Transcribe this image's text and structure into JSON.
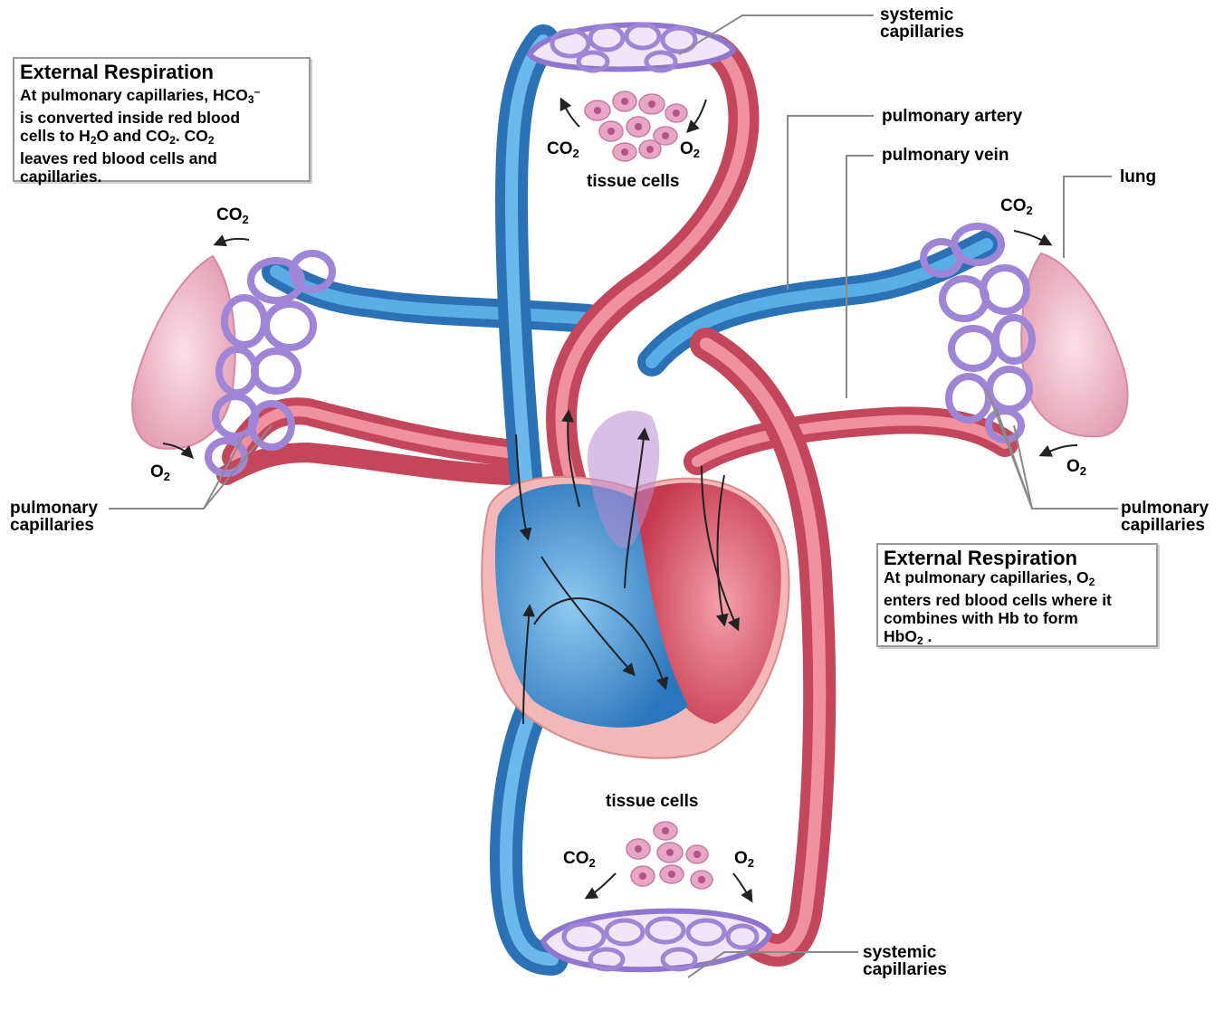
{
  "labels": {
    "systemic_capillaries_top": [
      "systemic",
      "capillaries"
    ],
    "systemic_capillaries_bottom": [
      "systemic",
      "capillaries"
    ],
    "pulmonary_artery": "pulmonary artery",
    "pulmonary_vein": "pulmonary vein",
    "lung": "lung",
    "pulmonary_capillaries_left": [
      "pulmonary",
      "capillaries"
    ],
    "pulmonary_capillaries_right": [
      "pulmonary",
      "capillaries"
    ],
    "tissue_cells_top": "tissue cells",
    "tissue_cells_bottom": "tissue cells"
  },
  "gas": {
    "co2": "CO",
    "o2": "O",
    "sub2": "2"
  },
  "box_left": {
    "title": "External Respiration",
    "line1": "At pulmonary capillaries, HCO",
    "line1_sub": "3",
    "line1_sup": "–",
    "line2": "is converted inside red blood",
    "line3_a": "cells to H",
    "line3_sub": "2",
    "line3_b": "O and CO",
    "line3_sub2": "2",
    "line3_c": ". CO",
    "line3_sub3": "2",
    "line4": "leaves red blood cells and",
    "line5": "capillaries."
  },
  "box_right": {
    "title": "External Respiration",
    "line1": "At pulmonary capillaries, O",
    "line1_sub": "2",
    "line2": "enters red blood cells where it",
    "line3": "combines with Hb to form",
    "line4_a": "HbO",
    "line4_sub": "2",
    "line4_b": " ."
  },
  "colors": {
    "oxygenated": "#d9586a",
    "deoxygenated": "#3e8fcf",
    "capillary": "#9f85d6",
    "lung": "#f0b9c9",
    "tissue_cell": "#e8a6c6",
    "leader_line": "#8a8a8a"
  }
}
